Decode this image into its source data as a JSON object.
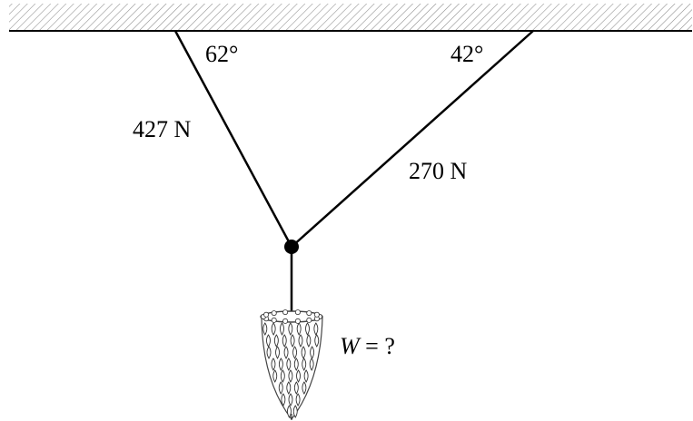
{
  "angles": {
    "left": "62°",
    "right": "42°"
  },
  "forces": {
    "left_tension": "427 N",
    "right_tension": "270 N"
  },
  "weight": {
    "symbol": "W",
    "rest": " = ?"
  },
  "colors": {
    "ink": "#000000",
    "hatch": "#8a8a8a",
    "chandelier": "#444444"
  }
}
